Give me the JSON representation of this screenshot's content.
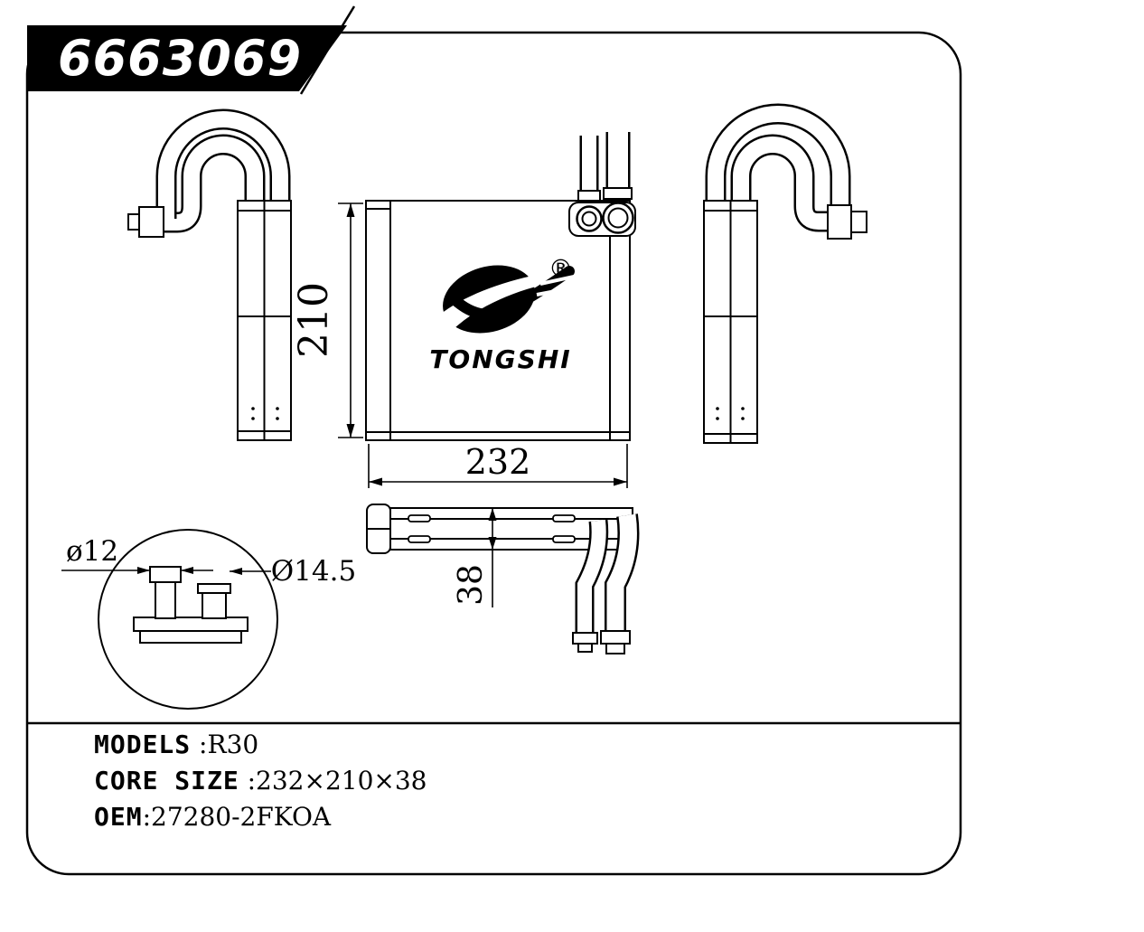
{
  "banner": {
    "part_number": "6663069"
  },
  "logo": {
    "brand": "TONGSHI",
    "registered_mark": "®"
  },
  "drawing": {
    "dim_height": "210",
    "dim_width": "232",
    "dim_depth": "38",
    "dim_pipe_small": "ø12",
    "dim_pipe_large": "Ø14.5"
  },
  "specs": {
    "models_label": "MODELS",
    "models_value": " :R30",
    "core_size_label": "CORE SIZE",
    "core_size_value": " :232×210×38",
    "oem_label": "OEM",
    "oem_value": ":27280-2FKOA"
  },
  "colors": {
    "ink": "#000000",
    "paper": "#ffffff"
  }
}
